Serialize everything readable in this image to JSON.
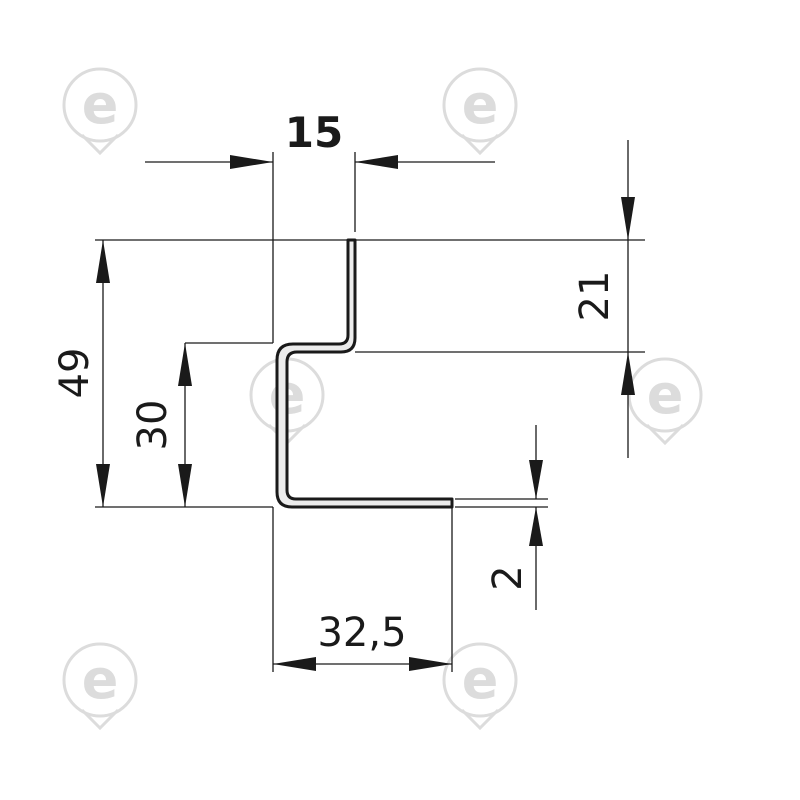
{
  "diagram": {
    "dimensions": {
      "top_width": "15",
      "right_height": "21",
      "total_height": "49",
      "inner_height": "30",
      "thickness": "2",
      "bottom_width": "32,5"
    },
    "profile_colors": {
      "outline": "#1a1a1a",
      "fill": "#ececec"
    },
    "watermark": {
      "letter": "e",
      "color": "#dcdcdc"
    }
  }
}
